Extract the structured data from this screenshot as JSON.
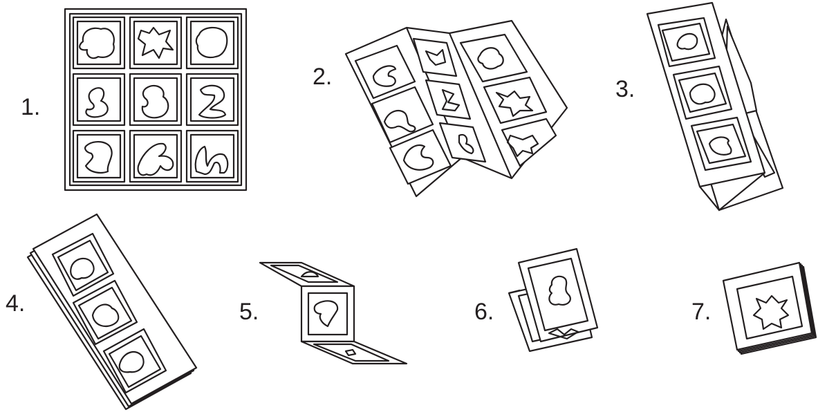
{
  "steps": [
    {
      "label": "1."
    },
    {
      "label": "2."
    },
    {
      "label": "3."
    },
    {
      "label": "4."
    },
    {
      "label": "5."
    },
    {
      "label": "6."
    },
    {
      "label": "7."
    }
  ],
  "colors": {
    "ink": "#231f20",
    "paper": "#ffffff"
  }
}
